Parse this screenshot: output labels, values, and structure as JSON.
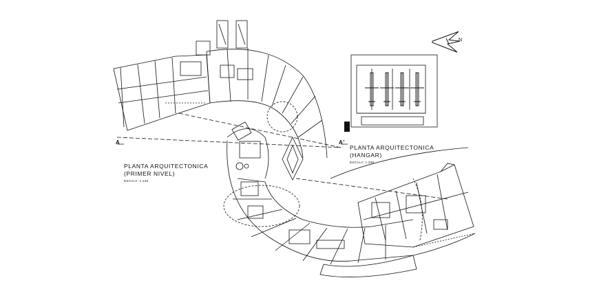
{
  "plan_primer": {
    "title": "PLANTA ARQUITECTONICA",
    "subtitle": "(PRIMER NIVEL)",
    "scale": "ESCALA: 1:125"
  },
  "plan_hangar": {
    "title": "PLANTA ARQUITECTONICA",
    "subtitle": "(HANGAR)",
    "scale": "ESCALA: 1:200"
  },
  "section": {
    "left_mark": "A",
    "right_mark": "A'"
  },
  "icons": [
    "north-arrow-icon",
    "aircraft-icon"
  ],
  "colors": {
    "ink": "#111111",
    "paper": "#ffffff"
  }
}
